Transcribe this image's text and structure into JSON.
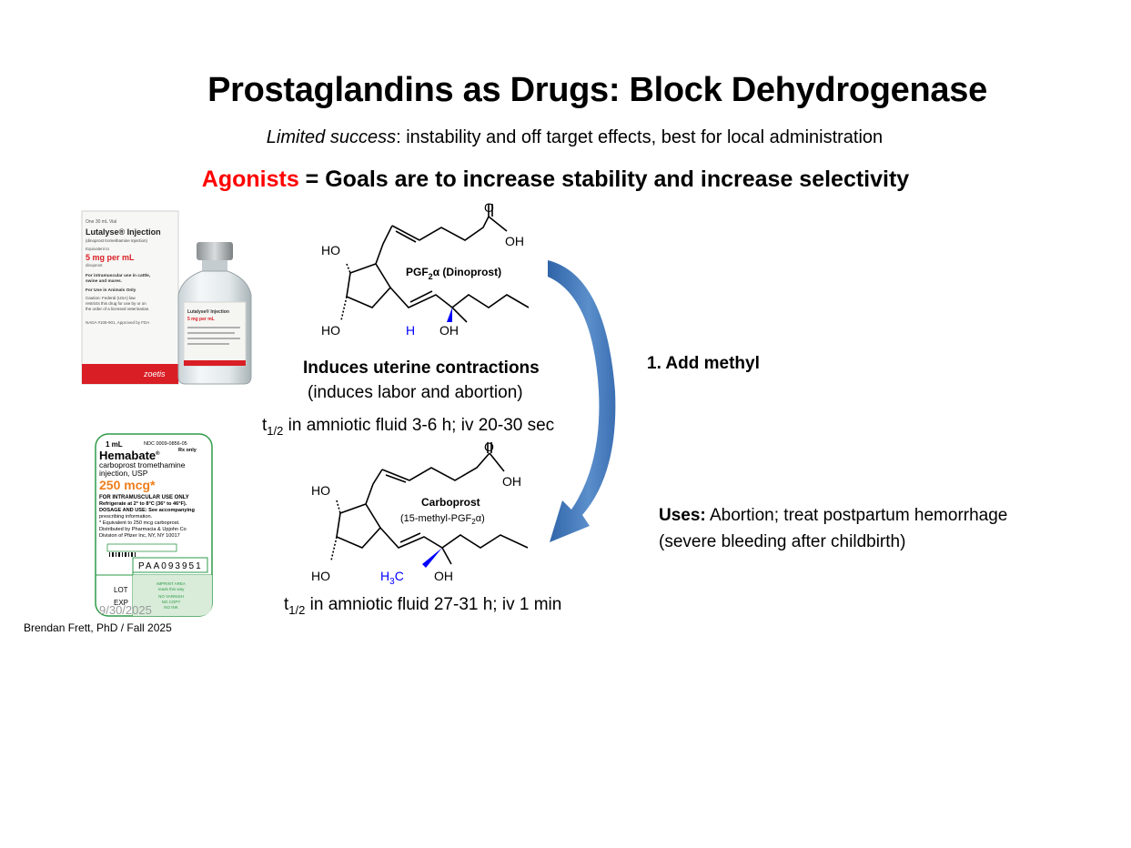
{
  "slide": {
    "title": "Prostaglandins as Drugs: Block Dehydrogenase",
    "subtitle_italic": "Limited success",
    "subtitle_rest": ": instability and off target effects, best for local administration",
    "goals_red": "Agonists",
    "goals_rest": " = Goals are to increase stability and increase selectivity"
  },
  "dinoprost": {
    "name": "PGF",
    "name_sub": "2",
    "name_greek": "α",
    "name_paren": " (Dinoprost)",
    "ho_top": "HO",
    "ho_bottom": "HO",
    "oh_acid": "OH",
    "carbonyl_o": "O",
    "h_label": "H",
    "oh_15": "OH",
    "effect": "Induces uterine contractions",
    "effect_detail": "(induces labor and abortion)",
    "half_life_prefix": "t",
    "half_life_sub": "1/2",
    "half_life_text": " in amniotic fluid 3-6 h; iv 20-30 sec"
  },
  "carboprost": {
    "name": "Carboprost",
    "name_line2_prefix": "(15-methyl-PGF",
    "name_line2_sub": "2",
    "name_line2_suffix": "α)",
    "ho_top": "HO",
    "ho_bottom": "HO",
    "oh_acid": "OH",
    "carbonyl_o": "O",
    "methyl_h": "H",
    "methyl_sub": "3",
    "methyl_c": "C",
    "oh_15": "OH",
    "half_life_prefix": "t",
    "half_life_sub": "1/2",
    "half_life_text": " in amniotic fluid 27-31 h; iv 1 min"
  },
  "modification": {
    "step": "1.   Add methyl"
  },
  "uses": {
    "label": "Uses:",
    "line1": " Abortion; treat postpartum hemorrhage",
    "line2": "(severe bleeding  after childbirth)"
  },
  "lutalyse_box": {
    "top": "One 30 mL Vial",
    "brand": "Lutalyse® Injection",
    "generic": "(dinoprost tromethamine injection)",
    "equiv": "Equivalent to",
    "strength": "5 mg per mL",
    "dinoprost": "dinoprost",
    "use1": "For intramuscular use in cattle,",
    "use2": "swine and mares.",
    "animals": "For Use in Animals Only",
    "caution1": "Caution: Federal (USA) law",
    "caution2": "restricts this drug for use by or on",
    "caution3": "the order of a licensed veterinarian.",
    "nada": "NADA #108-901, Approved by FDA",
    "maker": "zoetis",
    "vial_label1": "Lutalyse® Injection",
    "vial_label2": "5 mg per mL"
  },
  "hemabate": {
    "volume": "1 mL",
    "ndc": "NDC 0009-0856-05",
    "rx": "Rx only",
    "brand": "Hemabate",
    "reg": "®",
    "generic1": "carboprost tromethamine",
    "generic2": "injection, USP",
    "strength": "250 mcg*",
    "l1": "FOR INTRAMUSCULAR USE ONLY",
    "l2": "Refrigerate at 2° to 8°C (36° to 46°F).",
    "l3": "DOSAGE AND USE: See accompanying",
    "l4": "prescribing information.",
    "l5": "* Equivalent to 250 mcg carboprost.",
    "l6": "Distributed by Pharmacia & Upjohn Co",
    "l7": "Division of Pfizer Inc, NY, NY 10017",
    "code": "PAA093951",
    "lot": "LOT",
    "exp": "EXP",
    "imprint1": "IMPRINT AREA",
    "imprint2": "reads this way",
    "imprint3": "NO VARNISH",
    "imprint4": "NO COPY",
    "imprint5": "NO INK"
  },
  "footer": {
    "date": "9/30/2025",
    "author": "Brendan Frett, PhD / Fall 2025"
  },
  "colors": {
    "agonists": "#ff0000",
    "highlight_atom": "#0000ff",
    "arrow": "#4a7fbf",
    "hemabate_green": "#2e9a48",
    "lutalyse_red": "#d91e25"
  }
}
